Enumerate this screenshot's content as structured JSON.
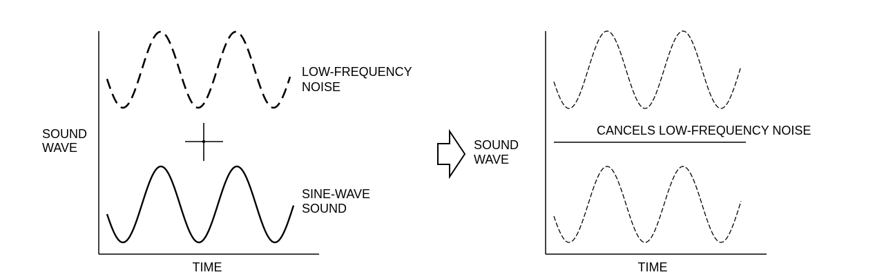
{
  "left_panel": {
    "y_label": [
      "SOUND",
      "WAVE"
    ],
    "x_label": "TIME",
    "noise_label": [
      "LOW-FREQUENCY",
      "NOISE"
    ],
    "sine_label": [
      "SINE-WAVE",
      "SOUND"
    ],
    "operator": "+"
  },
  "arrow": {
    "label": [
      "SOUND",
      "WAVE"
    ]
  },
  "right_panel": {
    "x_label": "TIME",
    "result_label": "CANCELS LOW-FREQUENCY NOISE"
  },
  "colors": {
    "ink": "#000000",
    "background": "#ffffff"
  }
}
